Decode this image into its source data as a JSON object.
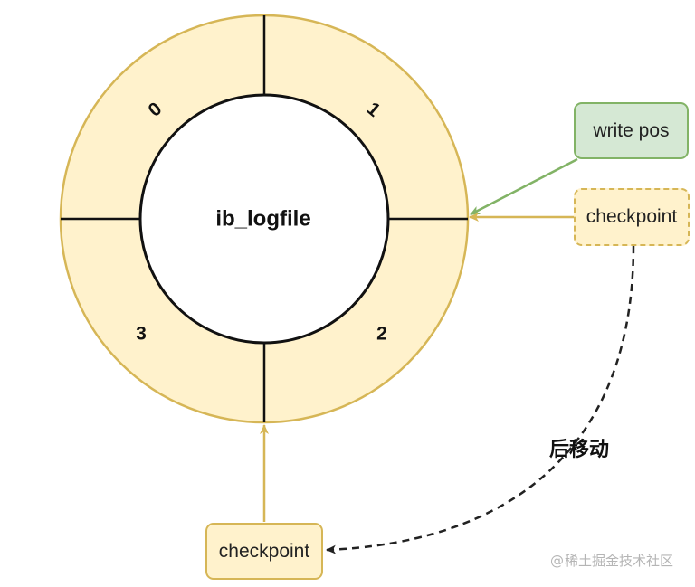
{
  "ring": {
    "center_label": "ib_logfile",
    "segments": [
      "0",
      "1",
      "2",
      "3"
    ],
    "fill_color": "#fff2cc",
    "stroke_color": "#d6b656"
  },
  "boxes": {
    "write_pos": "write pos",
    "checkpoint_right": "checkpoint",
    "checkpoint_bottom": "checkpoint"
  },
  "move_label": "后移动",
  "watermark": {
    "at": "@",
    "text": "稀土掘金技术社区"
  },
  "colors": {
    "green_fill": "#d5e8d4",
    "green_stroke": "#82b366",
    "yellow_fill": "#fff2cc",
    "yellow_stroke": "#d6b656",
    "dashed_arrow": "#222222"
  }
}
